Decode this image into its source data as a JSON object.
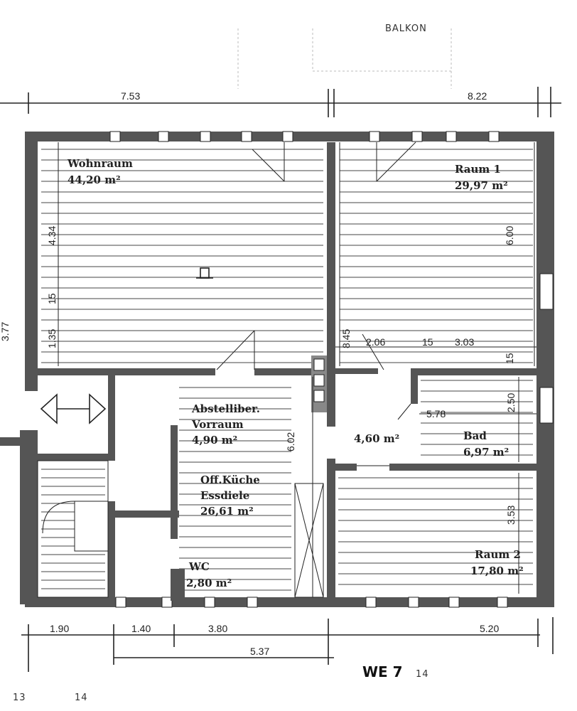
{
  "balcony": "BALKON",
  "unit": "WE 7",
  "unit_note": "14",
  "rooms": {
    "wohnraum": {
      "name": "Wohnraum",
      "area": "44,20 m²"
    },
    "raum1": {
      "name": "Raum 1",
      "area": "29,97 m²"
    },
    "abstell": {
      "name1": "Abstelliber.",
      "name2": "Vorraum",
      "area": "4,90 m²"
    },
    "flur": {
      "area": "4,60 m²"
    },
    "bad": {
      "name": "Bad",
      "area": "6,97 m²"
    },
    "kueche": {
      "name1": "Off.Küche",
      "name2": "Essdiele",
      "area": "26,61 m²"
    },
    "wc": {
      "name": "WC",
      "area": "2,80 m²"
    },
    "raum2": {
      "name": "Raum 2",
      "area": "17,80 m²"
    }
  },
  "dimensions": {
    "top_left": "7.53",
    "top_right": "8.22",
    "left_434": "4.34",
    "left_15": "15",
    "left_135": "1.35",
    "center_845": "8.45",
    "right_600": "6.00",
    "d_206": "2.06",
    "d_15": "15",
    "d_303": "3.03",
    "d_15b": "15",
    "d_250": "2.50",
    "d_578": "5.78",
    "d_602": "6.02",
    "d_353": "3.53",
    "bot_190": "1.90",
    "bot_140": "1.40",
    "bot_380": "3.80",
    "bot_520": "5.20",
    "bot_537": "5.37",
    "left_edge": "3.77",
    "corner_13": "13",
    "corner_14": "14"
  }
}
